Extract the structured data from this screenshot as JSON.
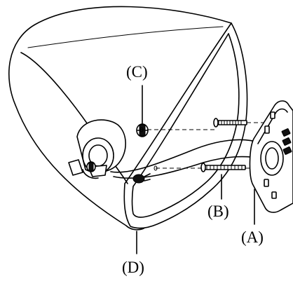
{
  "labels": {
    "a": "(A)",
    "b": "(B)",
    "c": "(C)",
    "d": "(D)"
  },
  "colors": {
    "line": "#000000",
    "background": "#ffffff"
  }
}
